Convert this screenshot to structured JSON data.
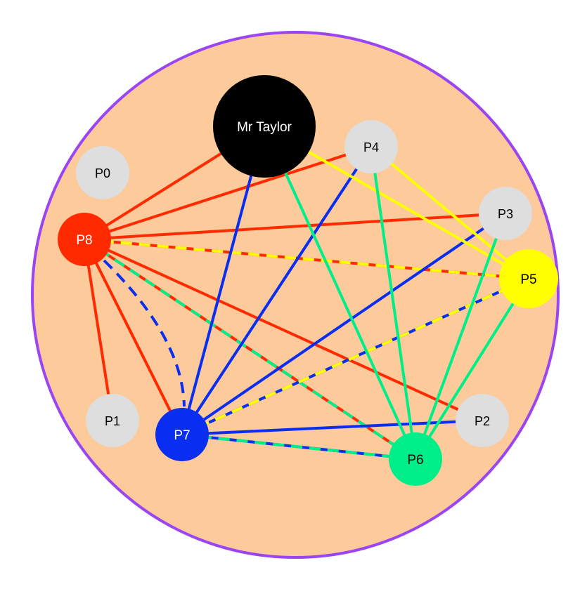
{
  "colors": {
    "background": "#FCCA9B",
    "border": "#9A44F2",
    "red": "#FF2A00",
    "blue": "#0A2EF0",
    "yellow": "#FFFF00",
    "green": "#00EE8A",
    "gray": "#DEDEDE",
    "black": "#000000"
  },
  "nodes": [
    {
      "id": "taylor",
      "label": "Mr Taylor",
      "fill": "#000000",
      "text": "#FFFFFF"
    },
    {
      "id": "p0",
      "label": "P0",
      "fill": "#DEDEDE",
      "text": "#000000"
    },
    {
      "id": "p1",
      "label": "P1",
      "fill": "#DEDEDE",
      "text": "#000000"
    },
    {
      "id": "p2",
      "label": "P2",
      "fill": "#DEDEDE",
      "text": "#000000"
    },
    {
      "id": "p3",
      "label": "P3",
      "fill": "#DEDEDE",
      "text": "#000000"
    },
    {
      "id": "p4",
      "label": "P4",
      "fill": "#DEDEDE",
      "text": "#000000"
    },
    {
      "id": "p5",
      "label": "P5",
      "fill": "#FFFF00",
      "text": "#000000"
    },
    {
      "id": "p6",
      "label": "P6",
      "fill": "#00EE8A",
      "text": "#000000"
    },
    {
      "id": "p7",
      "label": "P7",
      "fill": "#0A2EF0",
      "text": "#FFFFFF"
    },
    {
      "id": "p8",
      "label": "P8",
      "fill": "#FF2A00",
      "text": "#FFFFFF"
    }
  ],
  "edges": [
    {
      "from": "p8",
      "to": "taylor",
      "color": "#FF2A00",
      "style": "solid"
    },
    {
      "from": "p8",
      "to": "p4",
      "color": "#FF2A00",
      "style": "solid"
    },
    {
      "from": "p8",
      "to": "p3",
      "color": "#FF2A00",
      "style": "solid"
    },
    {
      "from": "p8",
      "to": "p5",
      "color": "#FF2A00",
      "style": "solid"
    },
    {
      "from": "p8",
      "to": "p2",
      "color": "#FF2A00",
      "style": "solid"
    },
    {
      "from": "p8",
      "to": "p6",
      "color": "#FF2A00",
      "style": "solid"
    },
    {
      "from": "p8",
      "to": "p7",
      "color": "#FF2A00",
      "style": "solid"
    },
    {
      "from": "p8",
      "to": "p1",
      "color": "#FF2A00",
      "style": "solid"
    },
    {
      "from": "p8",
      "to": "p5",
      "color": "#FFFF00",
      "style": "dashed"
    },
    {
      "from": "p8",
      "to": "p7",
      "color": "#0A2EF0",
      "style": "dashed"
    },
    {
      "from": "p8",
      "to": "p6",
      "color": "#00EE8A",
      "style": "dashed"
    },
    {
      "from": "taylor",
      "to": "p7",
      "color": "#0A2EF0",
      "style": "solid"
    },
    {
      "from": "p4",
      "to": "p7",
      "color": "#0A2EF0",
      "style": "solid"
    },
    {
      "from": "p3",
      "to": "p7",
      "color": "#0A2EF0",
      "style": "solid"
    },
    {
      "from": "p5",
      "to": "p7",
      "color": "#0A2EF0",
      "style": "solid"
    },
    {
      "from": "p7",
      "to": "p2",
      "color": "#0A2EF0",
      "style": "solid"
    },
    {
      "from": "p7",
      "to": "p6",
      "color": "#0A2EF0",
      "style": "solid"
    },
    {
      "from": "taylor",
      "to": "p5",
      "color": "#FFFF00",
      "style": "solid"
    },
    {
      "from": "p4",
      "to": "p5",
      "color": "#FFFF00",
      "style": "solid"
    },
    {
      "from": "p7",
      "to": "p5",
      "color": "#FFFF00",
      "style": "dashed"
    },
    {
      "from": "p6",
      "to": "p5",
      "color": "#FFFF00",
      "style": "dashed"
    },
    {
      "from": "taylor",
      "to": "p6",
      "color": "#00EE8A",
      "style": "solid"
    },
    {
      "from": "p4",
      "to": "p6",
      "color": "#00EE8A",
      "style": "solid"
    },
    {
      "from": "p3",
      "to": "p6",
      "color": "#00EE8A",
      "style": "solid"
    },
    {
      "from": "p5",
      "to": "p6",
      "color": "#00EE8A",
      "style": "solid"
    },
    {
      "from": "p7",
      "to": "p6",
      "color": "#00EE8A",
      "style": "dashed"
    }
  ]
}
